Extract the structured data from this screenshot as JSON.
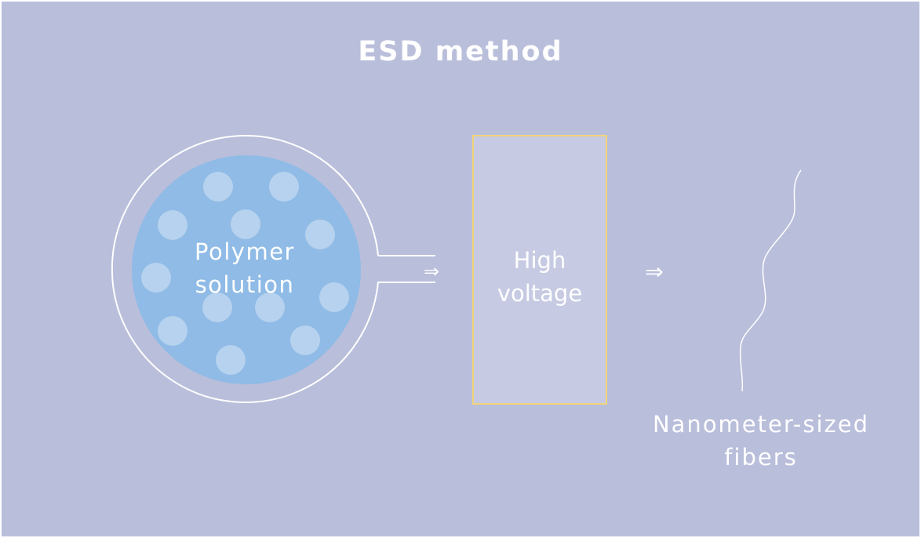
{
  "title": "ESD method",
  "polymer": {
    "line1": "Polymer",
    "line2": "solution"
  },
  "voltage": {
    "line1": "High",
    "line2": "voltage"
  },
  "fibers": {
    "line1": "Nanometer-sized",
    "line2": "fibers"
  },
  "arrow_glyph": "⇒",
  "colors": {
    "background": "#b9bedb",
    "solution": "#8fbbe6",
    "particle": "#b7d2ee",
    "box_fill": "#c6cae2",
    "box_border": "#f2d37a",
    "line": "#ffffff"
  }
}
